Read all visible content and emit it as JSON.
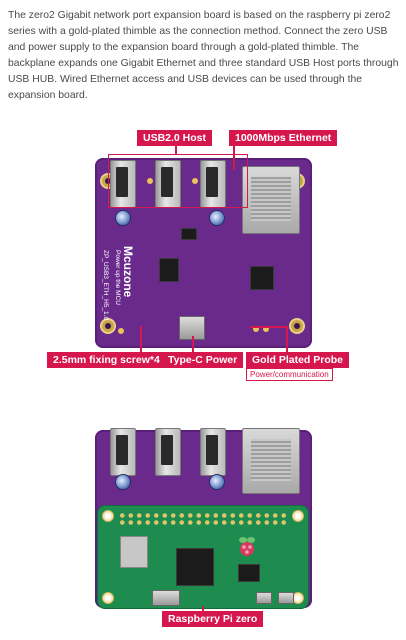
{
  "description": "The zero2 Gigabit network port expansion board is based on the raspberry pi zero2 series with a gold-plated thimble as the connection method. Connect the zero USB and power supply to the expansion board through a gold-plated thimble. The backplane expands one Gigabit Ethernet and three standard USB Host ports through USB HUB. Wired Ethernet access and USB devices can be used through the expansion board.",
  "labels": {
    "usb": "USB2.0 Host",
    "ethernet": "1000Mbps Ethernet",
    "screw": "2.5mm fixing screw*4",
    "typec": "Type-C Power",
    "probe": "Gold Plated Probe",
    "probe_sub": "Power/communication",
    "pi": "Raspberry Pi zero"
  },
  "board": {
    "brand": "Mcuzone",
    "tagline": "Power up the MCU",
    "model": "ZP_USB3_ETH_H5_1.0"
  },
  "colors": {
    "accent": "#d6174d",
    "pcb": "#6a2a8c",
    "pi_pcb": "#1e8b4f"
  }
}
